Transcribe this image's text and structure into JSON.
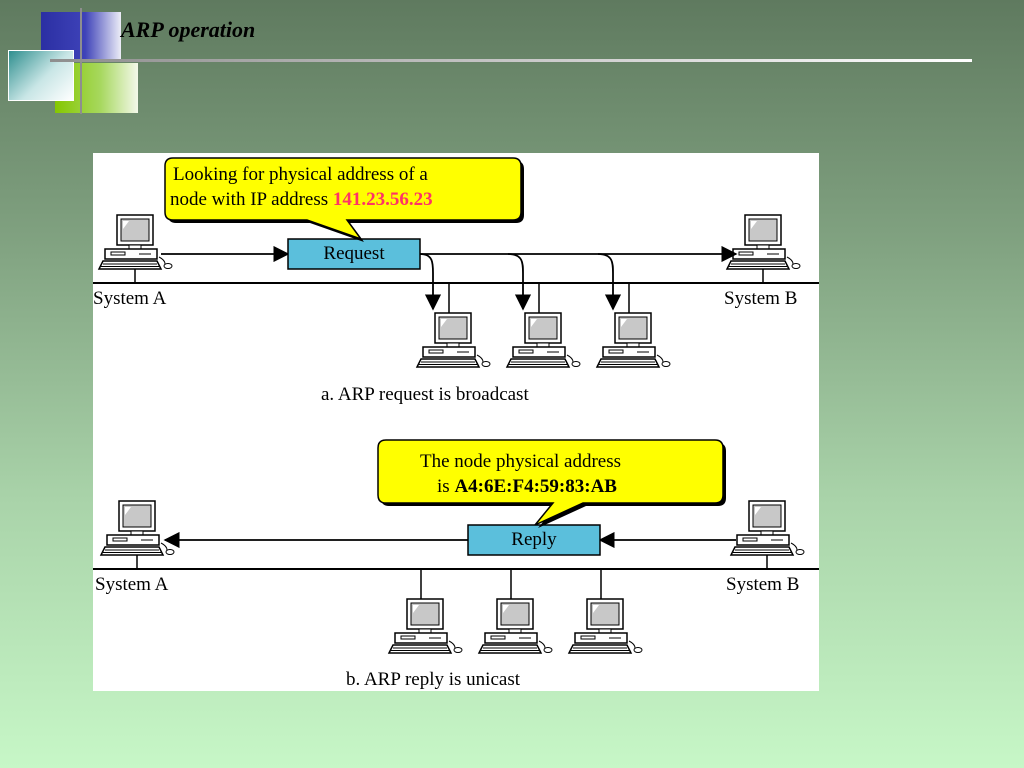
{
  "slide": {
    "title": "ARP operation"
  },
  "diagram": {
    "part_a": {
      "callout_line1": "Looking for physical address of a",
      "callout_line2_prefix": "node with IP address ",
      "ip_address": "141.23.56.23",
      "packet_label": "Request",
      "system_a": "System A",
      "system_b": "System B",
      "caption": "a. ARP request is broadcast"
    },
    "part_b": {
      "callout_line1": "The node physical address",
      "callout_line2_prefix": "is ",
      "mac_address": "A4:6E:F4:59:83:AB",
      "packet_label": "Reply",
      "system_a": "System A",
      "system_b": "System B",
      "caption": "b. ARP reply is unicast"
    },
    "colors": {
      "callout_fill": "#ffff00",
      "packet_fill": "#5bbfdc",
      "ip_text": "#ff3366"
    }
  }
}
